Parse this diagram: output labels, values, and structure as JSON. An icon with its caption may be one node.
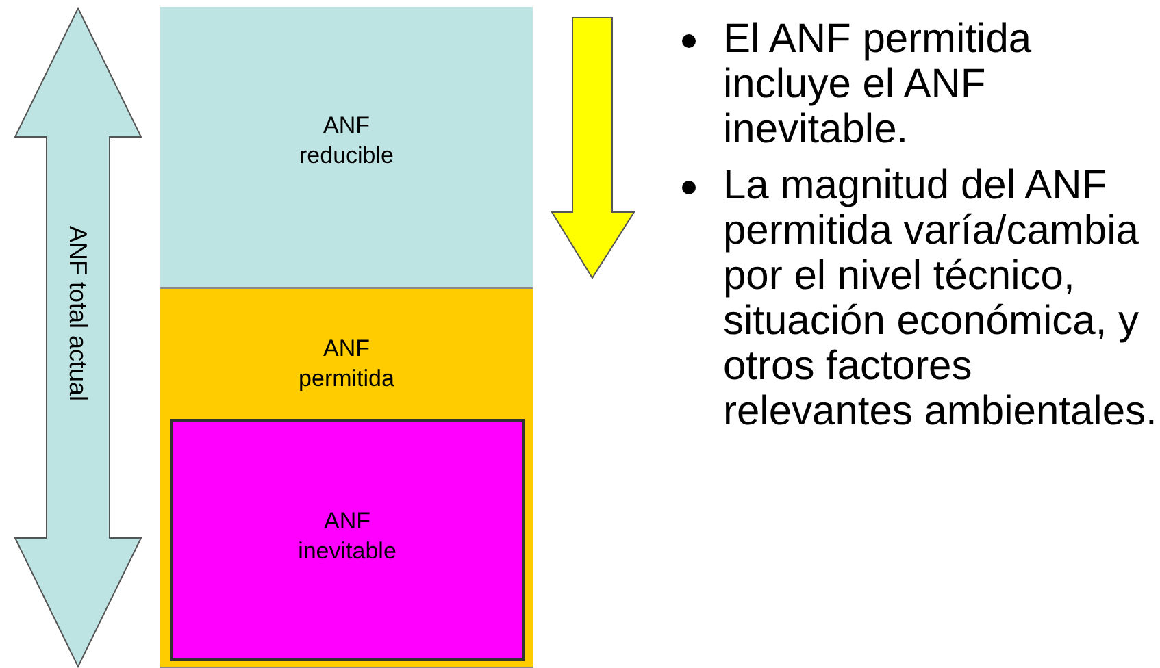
{
  "diagram": {
    "nodes": [
      {
        "text": [
          "ANF reducible"
        ]
      },
      {
        "text": [
          "ANF permitida"
        ]
      },
      {
        "text": [
          "ANF inevitable"
        ],
        "in": 1
      },
      {
        "text": [
          "ANF total actual"
        ]
      }
    ],
    "labels": [
      "El ANF permitida incluye el ANF inevitable.",
      "La magnitud del ANF permitida varía/cambia por el nivel técnico, situación económica, y otros factores relevantes ambientales."
    ]
  }
}
